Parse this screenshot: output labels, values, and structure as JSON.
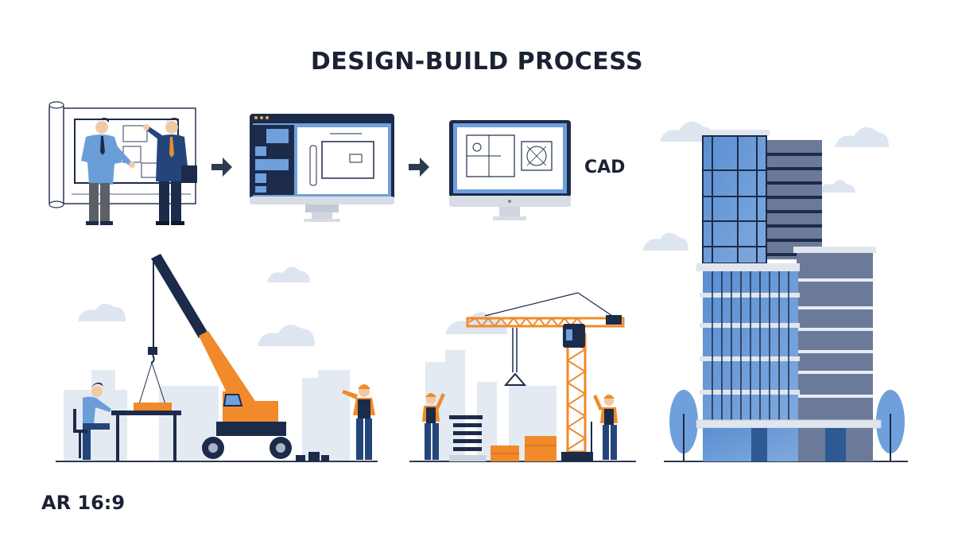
{
  "title": "DESIGN-BUILD PROCESS",
  "labels": {
    "cad": "CAD",
    "aspect_ratio": "AR 16:9"
  },
  "steps": [
    {
      "name": "design-meeting",
      "description": "Two businessmen shaking hands in front of a blueprint"
    },
    {
      "name": "digital-design",
      "description": "Monitor showing a floor plan with a sidebar"
    },
    {
      "name": "cad-drafting",
      "description": "Monitor showing a CAD drawing"
    },
    {
      "name": "construction-crane",
      "description": "Mobile crane lifting materials, worker at desk, worker signaling"
    },
    {
      "name": "tower-crane-site",
      "description": "Tower crane with workers and materials"
    },
    {
      "name": "completed-building",
      "description": "Finished glass office tower with trees"
    }
  ],
  "colors": {
    "navy": "#1c2b4a",
    "blue": "#5b8fd1",
    "light_blue": "#a9c6ea",
    "orange": "#f08a2a",
    "gray_blue": "#6b7a99",
    "cloud": "#dde6f0",
    "building_bg": "#e3eaf2",
    "text": "#1a2233"
  }
}
